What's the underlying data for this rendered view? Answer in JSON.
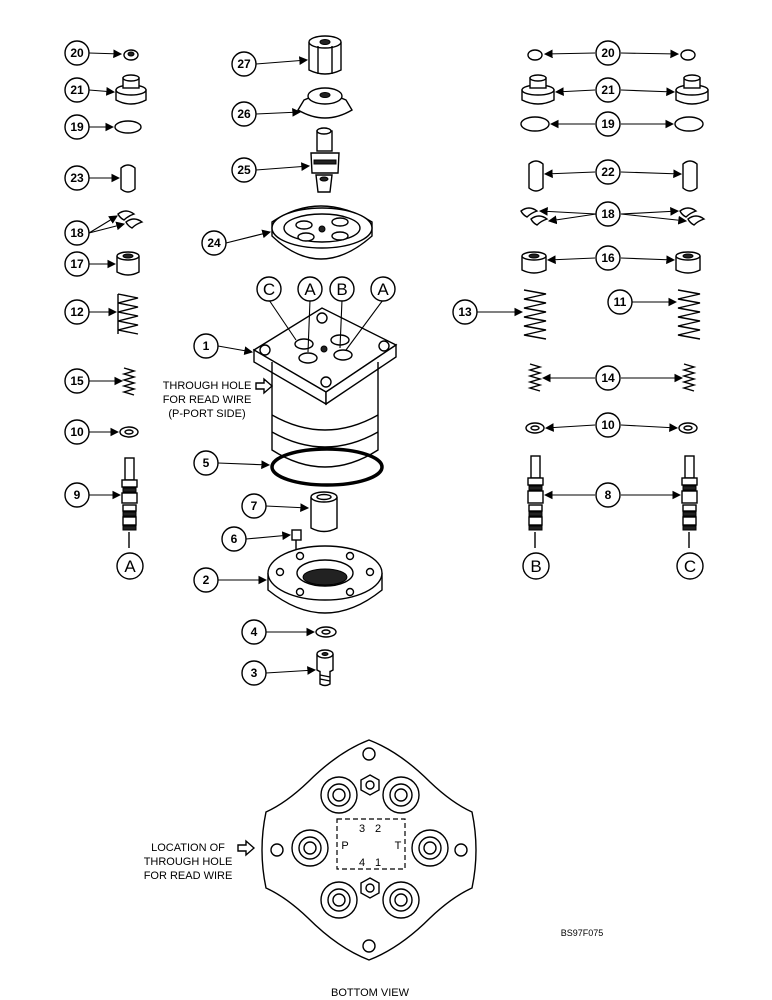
{
  "callouts": [
    "20",
    "21",
    "19",
    "23",
    "18",
    "17",
    "12",
    "15",
    "10",
    "9",
    "27",
    "26",
    "25",
    "24",
    "1",
    "5",
    "7",
    "6",
    "2",
    "4",
    "3",
    "20",
    "21",
    "19",
    "22",
    "18",
    "16",
    "13",
    "11",
    "14",
    "10",
    "8"
  ],
  "port_letters": [
    "C",
    "A",
    "B",
    "A",
    "A",
    "B",
    "C"
  ],
  "labels": {
    "through_hole": [
      "THROUGH HOLE",
      "FOR READ WIRE",
      "(P-PORT SIDE)"
    ],
    "location": [
      "LOCATION OF",
      "THROUGH HOLE",
      "FOR READ WIRE"
    ],
    "bottom_view": "BOTTOM VIEW",
    "drawing_code": "BS97F075",
    "port_marks": [
      "3",
      "2",
      "P",
      "T",
      "4",
      "1"
    ]
  }
}
